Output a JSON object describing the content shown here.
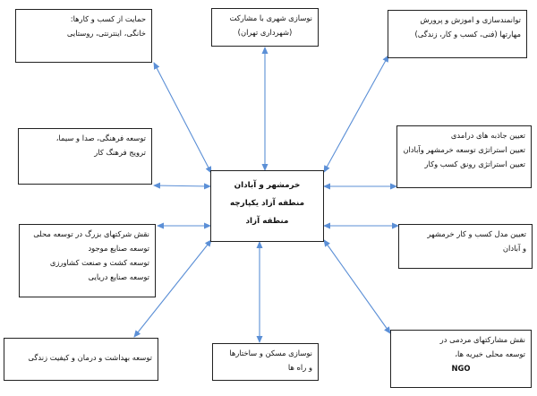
{
  "center": {
    "lines": [
      "خرمشهر و آبادان",
      "منطقه آزاد یکپارچه",
      "منطقه آزاد"
    ]
  },
  "nodes": [
    {
      "id": "top-left",
      "lines": [
        "حمایت از کسب و کارها:",
        "خانگی، اینترنتی، روستایی"
      ]
    },
    {
      "id": "top-center",
      "lines": [
        "نوسازی شهری با مشارکت",
        "(شهرداری تهران)"
      ]
    },
    {
      "id": "top-right",
      "lines": [
        "توانمندسازی و اموزش و پرورش",
        "مهارتها (فنی، کسب و کار، زندگی)"
      ]
    },
    {
      "id": "mid-left",
      "lines": [
        "توسعه فرهنگی، صدا و سیما،",
        "ترویج فرهنگ کار"
      ]
    },
    {
      "id": "mid-right",
      "lines": [
        "تعیین جاذبه های درامدی",
        "تعیین استراتژی توسعه خرمشهر وآبادان",
        "تعیین استراتژی رونق کسب وکار"
      ]
    },
    {
      "id": "lower-left",
      "lines": [
        "نقش شرکتهای بزرگ در توسعه محلی",
        "توسعه صنایع موجود",
        "توسعه کشت و صنعت کشاورزی",
        "توسعه صنایع دریایی"
      ]
    },
    {
      "id": "lower-right",
      "lines": [
        "تعیین مدل کسب و کار خرمشهر",
        "و آبادان"
      ]
    },
    {
      "id": "bottom-left",
      "lines": [
        "توسعه بهداشت و درمان و کیفیت زندگی"
      ]
    },
    {
      "id": "bottom-center",
      "lines": [
        "نوسازی مسکن و ساختارها",
        "و راه ها"
      ]
    },
    {
      "id": "bottom-right",
      "lines": [
        "نقش مشارکتهای مردمی در",
        "توسعه محلی خیریه ها،",
        "NGO"
      ]
    }
  ],
  "colors": {
    "arrow": "#5b8fd6",
    "border": "#222222"
  }
}
